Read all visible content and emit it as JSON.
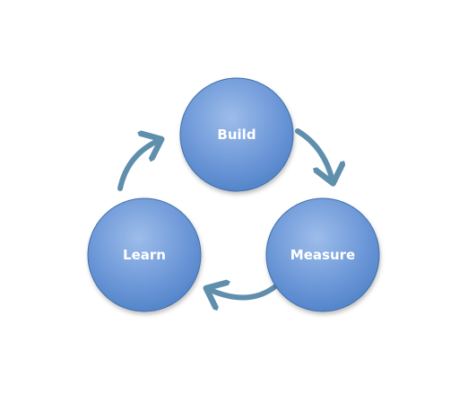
{
  "diagram": {
    "nodes": [
      {
        "id": "build",
        "label": "Build"
      },
      {
        "id": "measure",
        "label": "Measure"
      },
      {
        "id": "learn",
        "label": "Learn"
      }
    ],
    "edges": [
      {
        "from": "build",
        "to": "measure"
      },
      {
        "from": "measure",
        "to": "learn"
      },
      {
        "from": "learn",
        "to": "build"
      }
    ],
    "colors": {
      "node_fill_light": "#8fb4e6",
      "node_fill_dark": "#4f81c7",
      "node_stroke": "#3f6ea8",
      "arrow": "#5f8fad",
      "label": "#ffffff"
    }
  }
}
